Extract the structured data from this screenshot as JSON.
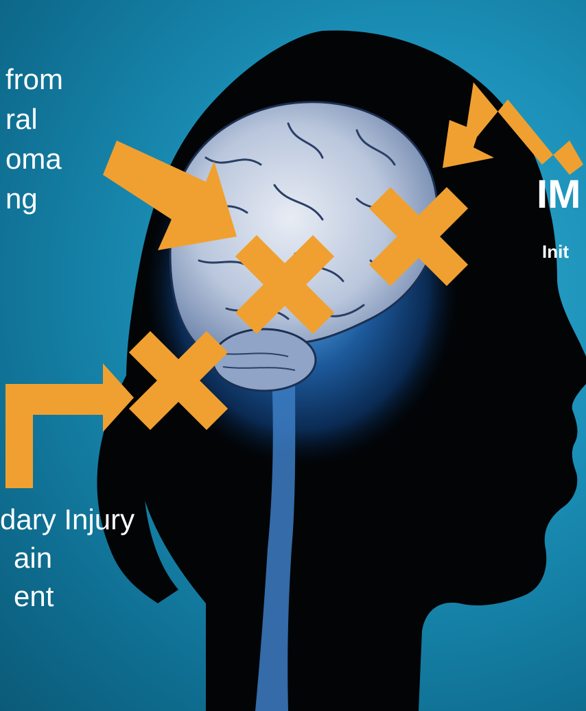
{
  "left_text_lines": [
    "from",
    "ral",
    "oma",
    "ng"
  ],
  "bottom_text_lines": [
    "dary Injury",
    "ain",
    "ent"
  ],
  "right_label": {
    "title": "IM",
    "subtitle": "Init"
  },
  "colors": {
    "background": "#1b8fb7",
    "accent": "#f0a030",
    "silhouette": "#020406",
    "text": "#ffffff"
  },
  "icons": [
    "head-silhouette-image",
    "brain-image",
    "x-mark-icon",
    "bent-arrow-icon"
  ]
}
